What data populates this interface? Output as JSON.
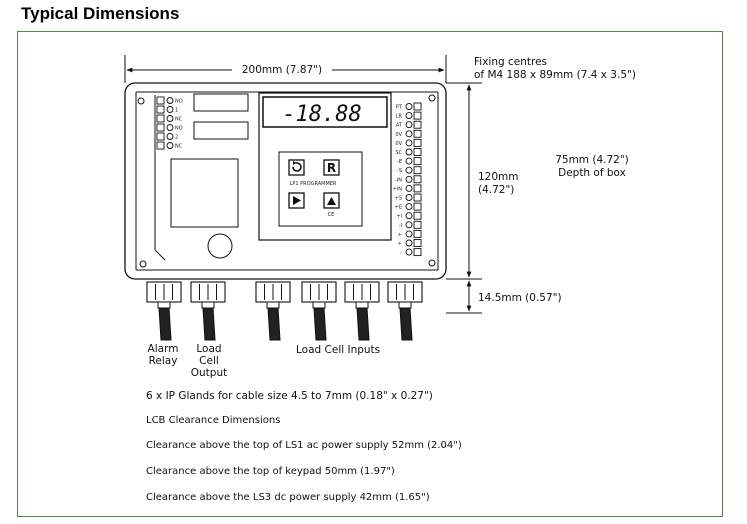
{
  "heading": "Typical Dimensions",
  "dimensions": {
    "width": "200mm  (7.87\")",
    "fixing_line1": "Fixing centres",
    "fixing_line2": "of M4 188 x 89mm  (7.4 x 3.5\")",
    "height_line1": "120mm",
    "height_line2": "(4.72\")",
    "depth_line1": "75mm  (4.72\")",
    "depth_line2": "Depth of box",
    "gland_height": "14.5mm  (0.57\")"
  },
  "device": {
    "display": "-18.88",
    "keypad_title": "LP1 PROGRAMMER",
    "key_r": "R",
    "ce_mark": "CE",
    "relay_labels": [
      "NO",
      "1",
      "NC",
      "NO",
      "2",
      "NC"
    ],
    "terminal_labels": [
      "PT",
      "LR",
      "AT",
      "0V",
      "0V",
      "SC",
      "-E",
      "-S",
      "-IN",
      "+IN",
      "+S",
      "+E",
      "+I",
      "-I",
      "+",
      "+",
      "-"
    ]
  },
  "cables": {
    "alarm_line1": "Alarm",
    "alarm_line2": "Relay",
    "load_line1": "Load",
    "load_line2": "Cell",
    "load_line3": "Output",
    "inputs": "Load Cell Inputs"
  },
  "notes": {
    "glands": "6 x IP Glands for cable size 4.5 to 7mm  (0.18\" x 0.27\")",
    "clearance_title": "LCB Clearance Dimensions",
    "clearance_1": "Clearance above the top of LS1 ac power supply 52mm (2.04\")",
    "clearance_2": "Clearance above the top of keypad 50mm (1.97\")",
    "clearance_3": "Clearance above the LS3 dc power supply 42mm (1.65\")"
  }
}
